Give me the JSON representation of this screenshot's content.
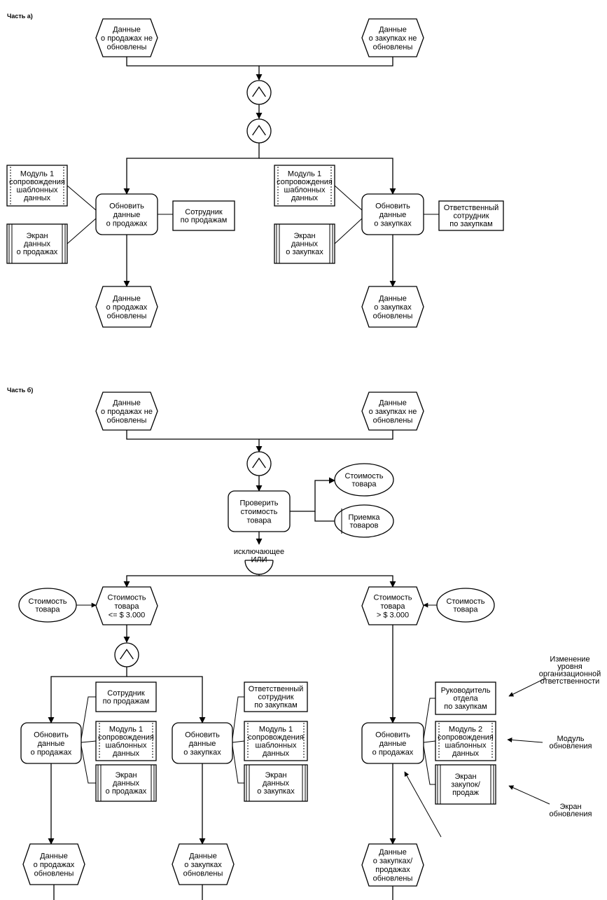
{
  "part_a": {
    "label": "Часть а)",
    "event_sales_not_updated": [
      "Данные",
      "о продажах не",
      "обновлены"
    ],
    "event_purchases_not_updated": [
      "Данные",
      "о закупках не",
      "обновлены"
    ],
    "system_module_1_left": [
      "Модуль 1",
      "сопровождения",
      "шаблонных",
      "данных"
    ],
    "screen_sales": [
      "Экран",
      "данных",
      "о продажах"
    ],
    "function_update_sales": [
      "Обновить",
      "данные",
      "о продажах"
    ],
    "org_sales_employee": [
      "Сотрудник",
      "по продажам"
    ],
    "event_sales_updated": [
      "Данные",
      "о продажах",
      "обновлены"
    ],
    "system_module_1_right": [
      "Модуль 1",
      "сопровождения",
      "шаблонных",
      "данных"
    ],
    "screen_purchases": [
      "Экран",
      "данных",
      "о закупках"
    ],
    "function_update_purchases": [
      "Обновить",
      "данные",
      "о закупках"
    ],
    "org_purchase_responsible": [
      "Ответственный",
      "сотрудник",
      "по закупкам"
    ],
    "event_purchases_updated": [
      "Данные",
      "о закупках",
      "обновлены"
    ]
  },
  "part_b": {
    "label": "Часть б)",
    "event_sales_not_updated": [
      "Данные",
      "о продажах не",
      "обновлены"
    ],
    "event_purchases_not_updated": [
      "Данные",
      "о закупках не",
      "обновлены"
    ],
    "function_check_cost": [
      "Проверить",
      "стоимость",
      "товара"
    ],
    "data_goods_cost": [
      "Стоимость",
      "товара"
    ],
    "data_goods_receipt": [
      "Приемка",
      "товаров"
    ],
    "xor_label": [
      "исключающее",
      "ИЛИ"
    ],
    "data_cost_left": [
      "Стоимость",
      "товара"
    ],
    "event_cost_le": [
      "Стоимость",
      "товара",
      "<= $ 3.000"
    ],
    "event_cost_gt": [
      "Стоимость",
      "товара",
      "> $ 3.000"
    ],
    "data_cost_right": [
      "Стоимость",
      "товара"
    ],
    "function_update_sales": [
      "Обновить",
      "данные",
      "о продажах"
    ],
    "org_sales_employee": [
      "Сотрудник",
      "по продажам"
    ],
    "system_module_1_a": [
      "Модуль 1",
      "сопровождения",
      "шаблонных",
      "данных"
    ],
    "screen_sales": [
      "Экран",
      "данных",
      "о продажах"
    ],
    "function_update_purchases": [
      "Обновить",
      "данные",
      "о закупках"
    ],
    "org_purchase_responsible": [
      "Ответственный",
      "сотрудник",
      "по закупкам"
    ],
    "system_module_1_b": [
      "Модуль 1",
      "сопровождения",
      "шаблонных",
      "данных"
    ],
    "screen_purchases": [
      "Экран",
      "данных",
      "о закупках"
    ],
    "function_update_sales_right": [
      "Обновить",
      "данные",
      "о продажах"
    ],
    "org_purchase_head": [
      "Руководитель",
      "отдела",
      "по закупкам"
    ],
    "system_module_2": [
      "Модуль 2",
      "сопровождения",
      "шаблонных",
      "данных"
    ],
    "screen_purch_sales": [
      "Экран",
      "закупок/",
      "продаж"
    ],
    "note_org_change": [
      "Изменение",
      "уровня",
      "организационной",
      "ответственности"
    ],
    "note_module_update": [
      "Модуль",
      "обновления"
    ],
    "note_screen_update": [
      "Экран",
      "обновления"
    ],
    "event_sales_updated": [
      "Данные",
      "о продажах",
      "обновлены"
    ],
    "event_purchases_updated": [
      "Данные",
      "о закупках",
      "обновлены"
    ],
    "event_purch_sales_updated": [
      "Данные",
      "о закупках/",
      "продажах",
      "обновлены"
    ]
  }
}
